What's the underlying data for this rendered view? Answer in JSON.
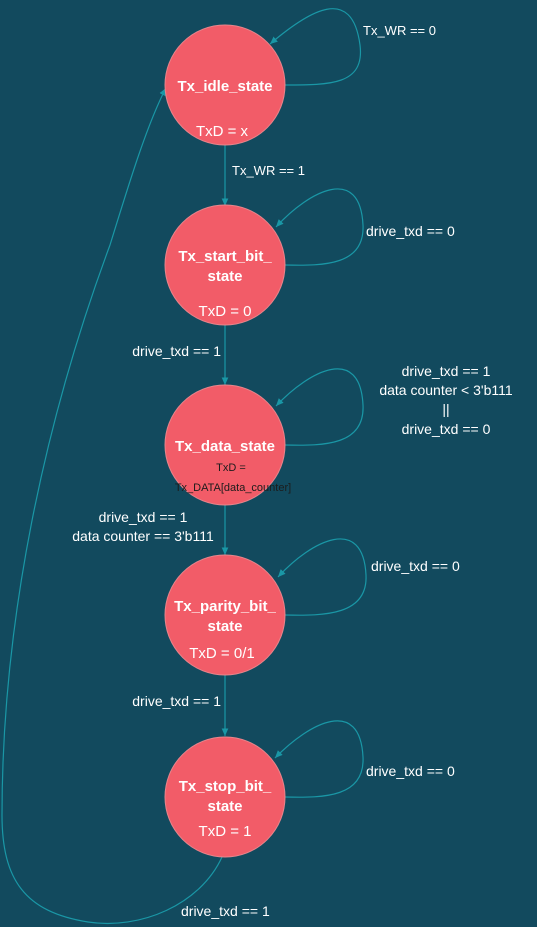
{
  "colors": {
    "background": "#124a5e",
    "state_fill": "#f25c68",
    "state_stroke": "#e8858c",
    "edge": "#1a97a6",
    "text": "#ffffff",
    "small_text": "#1c1c1c"
  },
  "states": [
    {
      "id": "idle",
      "name_lines": [
        "Tx_idle_state"
      ],
      "output": "TxD = x"
    },
    {
      "id": "start",
      "name_lines": [
        "Tx_start_bit_",
        "state"
      ],
      "output": "TxD = 0"
    },
    {
      "id": "data",
      "name_lines": [
        "Tx_data_state"
      ],
      "output_lines": [
        "TxD =",
        "Tx_DATA[data_counter]"
      ]
    },
    {
      "id": "parity",
      "name_lines": [
        "Tx_parity_bit_",
        "state"
      ],
      "output": "TxD = 0/1"
    },
    {
      "id": "stop",
      "name_lines": [
        "Tx_stop_bit_",
        "state"
      ],
      "output": "TxD = 1"
    }
  ],
  "transitions": {
    "idle_self": "Tx_WR == 0",
    "idle_to_start": "Tx_WR == 1",
    "start_self": "drive_txd == 0",
    "start_to_data": "drive_txd == 1",
    "data_self": [
      "drive_txd == 1",
      "data counter < 3'b111",
      "||",
      "drive_txd == 0"
    ],
    "data_to_parity": [
      "drive_txd == 1",
      "data counter == 3'b111"
    ],
    "parity_self": "drive_txd == 0",
    "parity_to_stop": "drive_txd == 1",
    "stop_self": "drive_txd == 0",
    "stop_to_idle": "drive_txd == 1"
  }
}
